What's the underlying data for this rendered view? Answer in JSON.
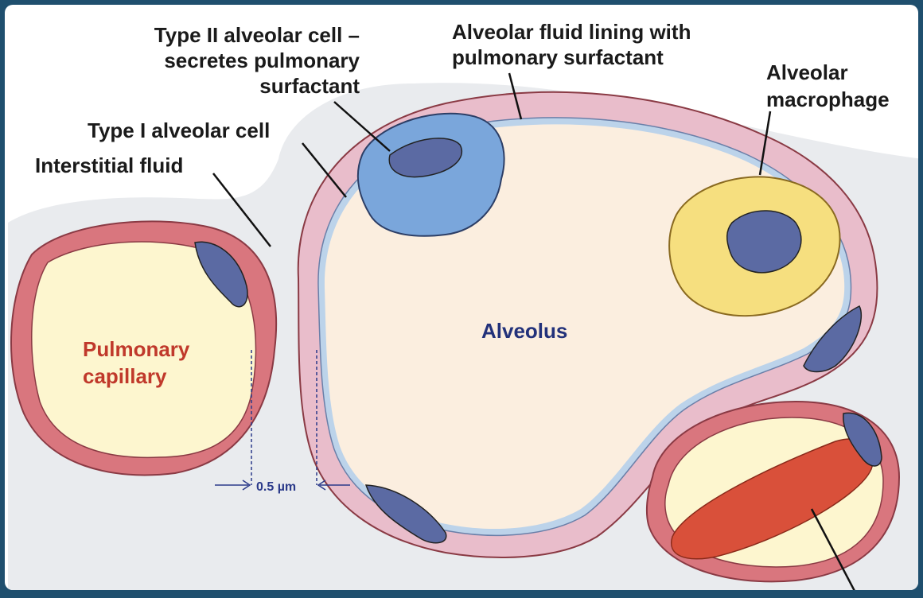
{
  "labels": {
    "type2_line1": "Type II alveolar cell –",
    "type2_line2": "secretes pulmonary",
    "type2_line3": "surfactant",
    "fluid_lining_line1": "Alveolar fluid lining with",
    "fluid_lining_line2": "pulmonary surfactant",
    "macrophage_line1": "Alveolar",
    "macrophage_line2": "macrophage",
    "type1": "Type I alveolar cell",
    "interstitial": "Interstitial fluid",
    "alveolus": "Alveolus",
    "capillary_line1": "Pulmonary",
    "capillary_line2": "capillary",
    "scale": "0.5 µm"
  },
  "colors": {
    "frame_border": "#1f4f6e",
    "interstitium": "#e9ebee",
    "membrane": "#e9bdcb",
    "capillary_wall": "#d9767e",
    "capillary_lumen": "#fdf6cf",
    "alveolus_space": "#fbeedf",
    "fluid_lining": "#bcd3ea",
    "type2_cell": "#7aa6db",
    "macrophage": "#f6df7f",
    "nucleus": "#5b6aa3",
    "red_blood_cell": "#d9503a",
    "label_text": "#1a1a1a",
    "alveolus_text": "#22317a",
    "capillary_text": "#c0392b",
    "scale_text": "#2b3a8a"
  }
}
